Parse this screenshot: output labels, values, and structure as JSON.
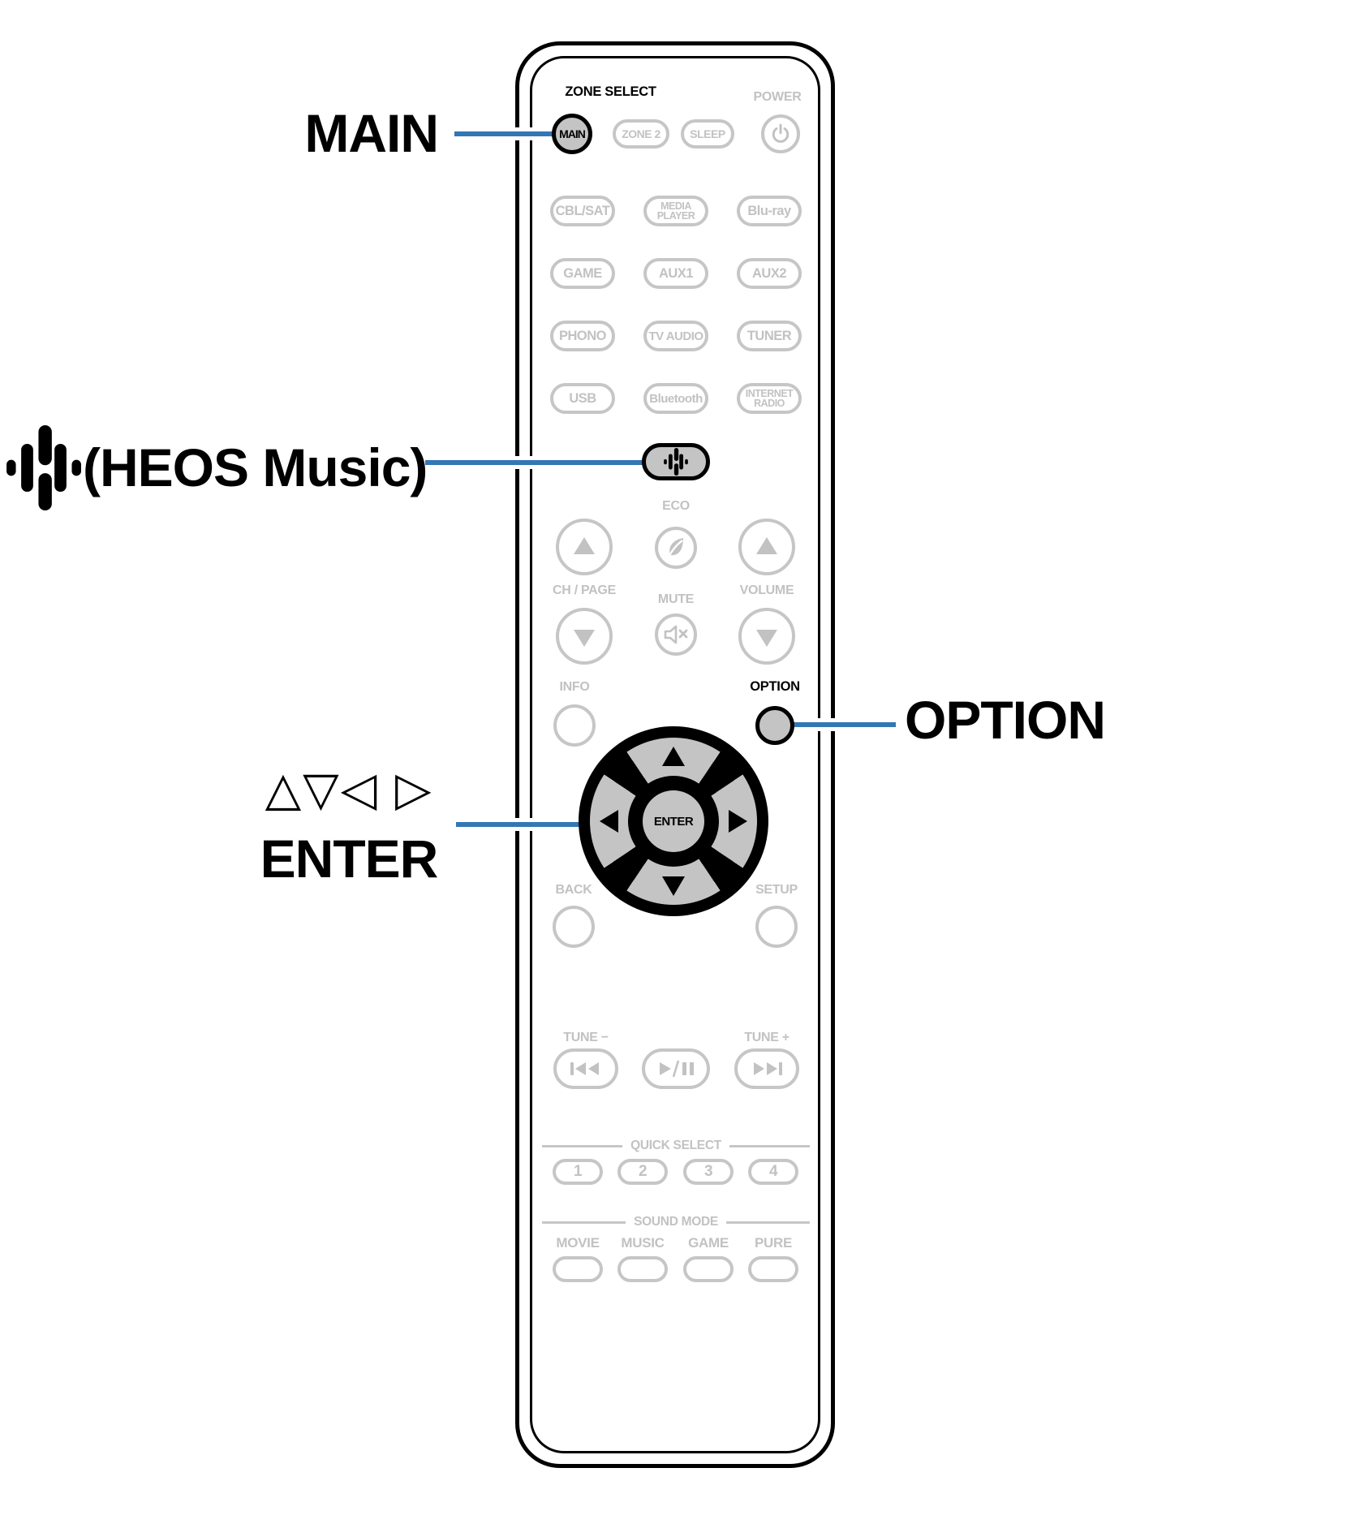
{
  "colors": {
    "accent": "#3377b5",
    "gray_stroke": "#c6c6c6",
    "gray_text": "#c2c2c2",
    "highlight_fill": "#c4c4c4",
    "black": "#000000"
  },
  "callouts": {
    "main": "MAIN",
    "heos_music": "(HEOS Music)",
    "cursor_triangles": "△▽◁ ▷",
    "enter": "ENTER",
    "option": "OPTION"
  },
  "remote": {
    "zone_select_label": "ZONE SELECT",
    "power_label": "POWER",
    "main_button": "MAIN",
    "zone2_button": "ZONE 2",
    "sleep_button": "SLEEP",
    "sources": [
      "CBL/SAT",
      [
        "MEDIA",
        "PLAYER"
      ],
      "Blu-ray",
      "GAME",
      "AUX1",
      "AUX2",
      "PHONO",
      "TV AUDIO",
      "TUNER",
      "USB",
      "Bluetooth",
      [
        "INTERNET",
        "RADIO"
      ]
    ],
    "eco_label": "ECO",
    "ch_page_label": "CH / PAGE",
    "mute_label": "MUTE",
    "volume_label": "VOLUME",
    "info_label": "INFO",
    "option_label": "OPTION",
    "enter_button": "ENTER",
    "back_label": "BACK",
    "setup_label": "SETUP",
    "tune_minus_label": "TUNE −",
    "tune_plus_label": "TUNE +",
    "quick_select": {
      "label": "QUICK SELECT",
      "buttons": [
        "1",
        "2",
        "3",
        "4"
      ]
    },
    "sound_mode": {
      "label": "SOUND MODE",
      "buttons": [
        "MOVIE",
        "MUSIC",
        "GAME",
        "PURE"
      ]
    }
  }
}
